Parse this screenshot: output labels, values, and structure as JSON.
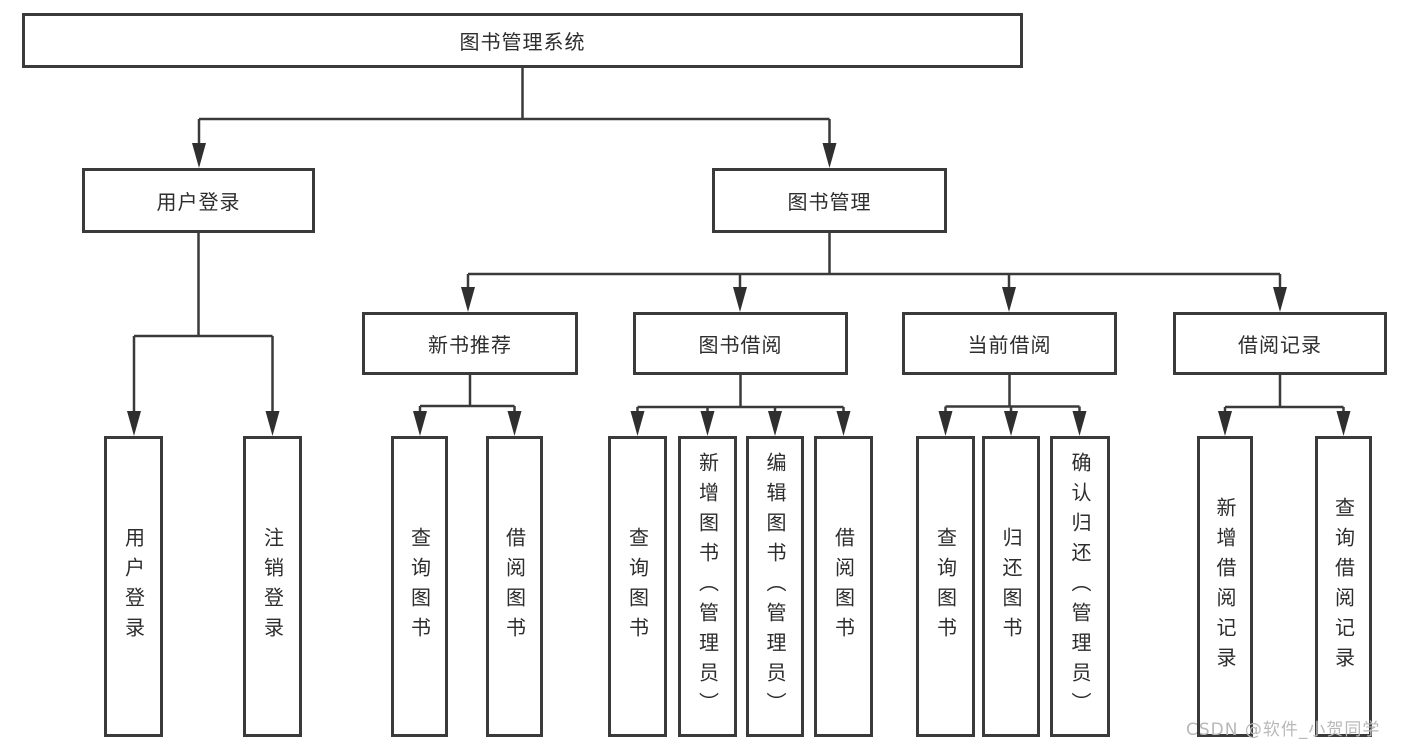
{
  "diagram": {
    "root_label": "图书管理系统",
    "level2": {
      "user_login": "用户登录",
      "book_management": "图书管理"
    },
    "level3": {
      "new_book_recommendation": "新书推荐",
      "book_borrowing": "图书借阅",
      "current_borrowing": "当前借阅",
      "borrowing_records": "借阅记录"
    },
    "leaves": {
      "user_login": [
        "用户登录",
        "注销登录"
      ],
      "new_book_recommendation": [
        "查询图书",
        "借阅图书"
      ],
      "book_borrowing": [
        "查询图书",
        "新增图书（管理员）",
        "编辑图书（管理员）",
        "借阅图书"
      ],
      "current_borrowing": [
        "查询图书",
        "归还图书",
        "确认归还（管理员）"
      ],
      "borrowing_records": [
        "新增借阅记录",
        "查询借阅记录"
      ]
    }
  },
  "watermark": {
    "text": "CSDN @软件_小贺同学"
  },
  "colors": {
    "line": "#3a3a3a",
    "arrow": "#2f2f2f",
    "text": "#2d2d2d",
    "watermark_gray": "#b9b9b9",
    "background": "#ffffff"
  }
}
